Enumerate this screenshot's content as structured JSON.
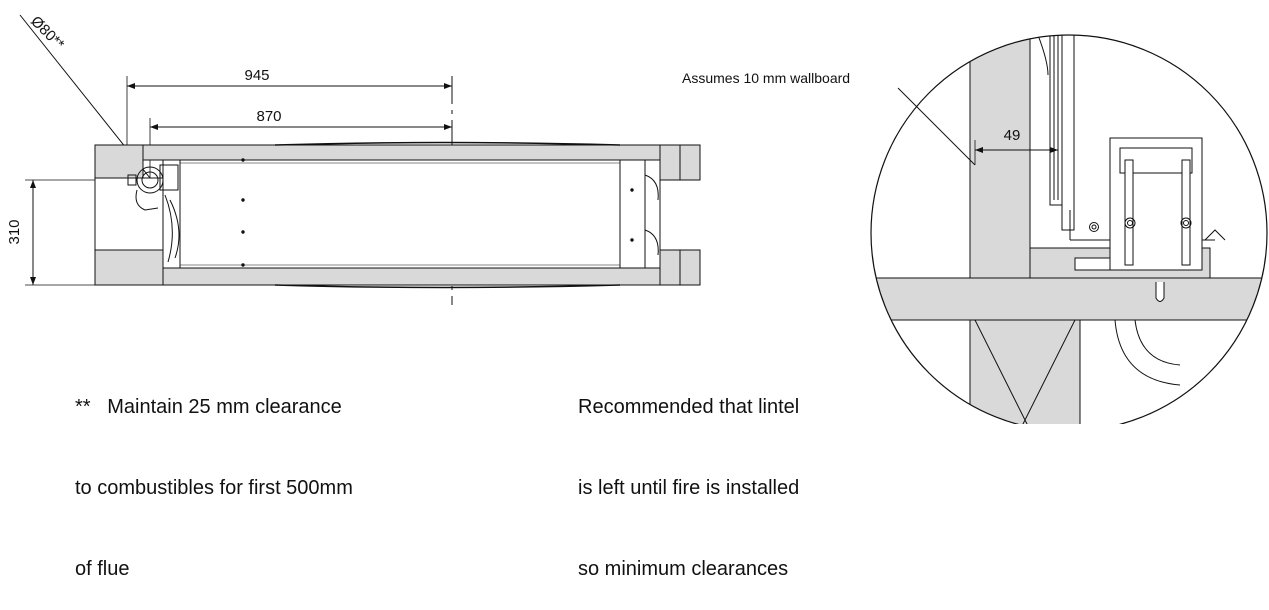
{
  "plan_view": {
    "flue_diameter_label": "Ø80**",
    "dim_overall_width": "945",
    "dim_inner_width": "870",
    "dim_depth": "310"
  },
  "detail_view": {
    "wallboard_callout": "Assumes 10 mm wallboard",
    "dim_gap": "49"
  },
  "notes": {
    "clearance_line1": "**   Maintain 25 mm clearance",
    "clearance_line2": "to combustibles for first 500mm",
    "clearance_line3": "of flue",
    "lintel_line1": "Recommended that lintel",
    "lintel_line2": "is left until fire is installed",
    "lintel_line3": "so minimum clearances"
  },
  "colors": {
    "wall_fill": "#d9d9d9",
    "line": "#111111"
  }
}
